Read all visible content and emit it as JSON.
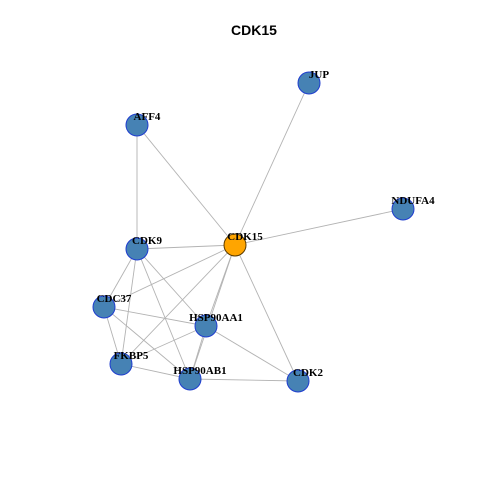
{
  "title": "CDK15",
  "colors": {
    "node_fill": "#4682B4",
    "node_stroke": "#1F3DCF",
    "center_fill": "#FFA500",
    "center_stroke": "#5A3A00",
    "edge": "#B3B3B3"
  },
  "nodes": [
    {
      "id": "CDK15",
      "label": "CDK15",
      "center": true
    },
    {
      "id": "JUP",
      "label": "JUP"
    },
    {
      "id": "AFF4",
      "label": "AFF4"
    },
    {
      "id": "NDUFA4",
      "label": "NDUFA4"
    },
    {
      "id": "CDK9",
      "label": "CDK9"
    },
    {
      "id": "CDC37",
      "label": "CDC37"
    },
    {
      "id": "HSP90AA1",
      "label": "HSP90AA1"
    },
    {
      "id": "FKBP5",
      "label": "FKBP5"
    },
    {
      "id": "HSP90AB1",
      "label": "HSP90AB1"
    },
    {
      "id": "CDK2",
      "label": "CDK2"
    }
  ],
  "edges": [
    [
      "CDK15",
      "JUP"
    ],
    [
      "CDK15",
      "AFF4"
    ],
    [
      "CDK15",
      "NDUFA4"
    ],
    [
      "CDK15",
      "CDK9"
    ],
    [
      "CDK15",
      "CDC37"
    ],
    [
      "CDK15",
      "HSP90AA1"
    ],
    [
      "CDK15",
      "FKBP5"
    ],
    [
      "CDK15",
      "HSP90AB1"
    ],
    [
      "CDK15",
      "CDK2"
    ],
    [
      "AFF4",
      "CDK9"
    ],
    [
      "CDK9",
      "CDC37"
    ],
    [
      "CDK9",
      "FKBP5"
    ],
    [
      "CDK9",
      "HSP90AA1"
    ],
    [
      "CDK9",
      "HSP90AB1"
    ],
    [
      "CDC37",
      "HSP90AA1"
    ],
    [
      "CDC37",
      "FKBP5"
    ],
    [
      "CDC37",
      "HSP90AB1"
    ],
    [
      "HSP90AA1",
      "FKBP5"
    ],
    [
      "HSP90AA1",
      "HSP90AB1"
    ],
    [
      "HSP90AA1",
      "CDK2"
    ],
    [
      "FKBP5",
      "HSP90AB1"
    ],
    [
      "HSP90AB1",
      "CDK2"
    ]
  ]
}
